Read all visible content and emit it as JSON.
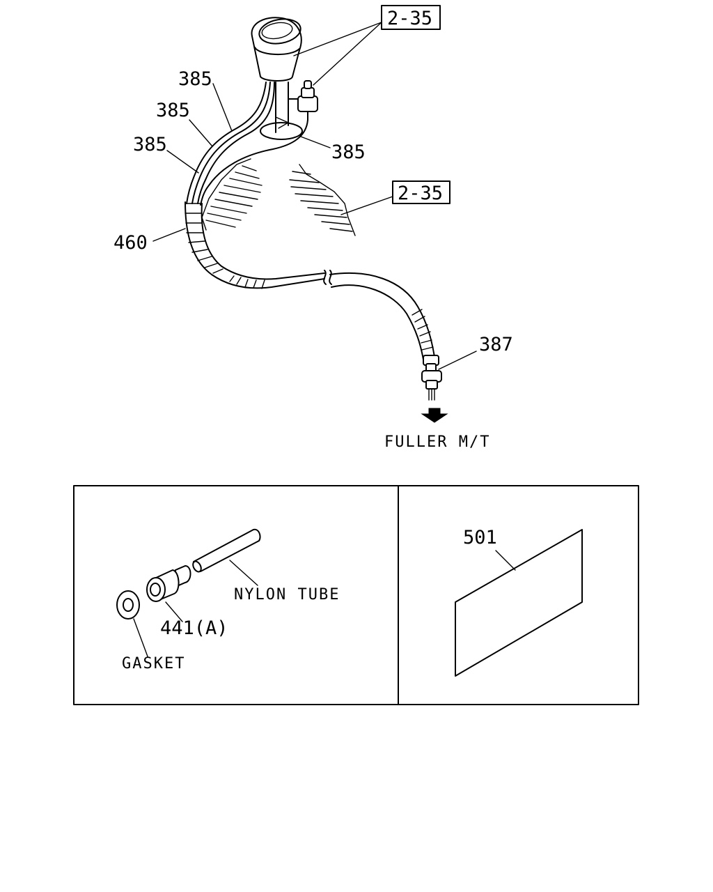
{
  "callouts": {
    "ref_2_35_top": "2-35",
    "ref_2_35_boot": "2-35",
    "p385_a": "385",
    "p385_b": "385",
    "p385_c": "385",
    "p385_d": "385",
    "p460": "460",
    "p387": "387",
    "p441a": "441(A)",
    "p501": "501"
  },
  "captions": {
    "fuller": "FULLER M/T",
    "nylon_tube": "NYLON TUBE",
    "gasket": "GASKET"
  },
  "icons": {
    "direction": "down-arrow-icon"
  }
}
